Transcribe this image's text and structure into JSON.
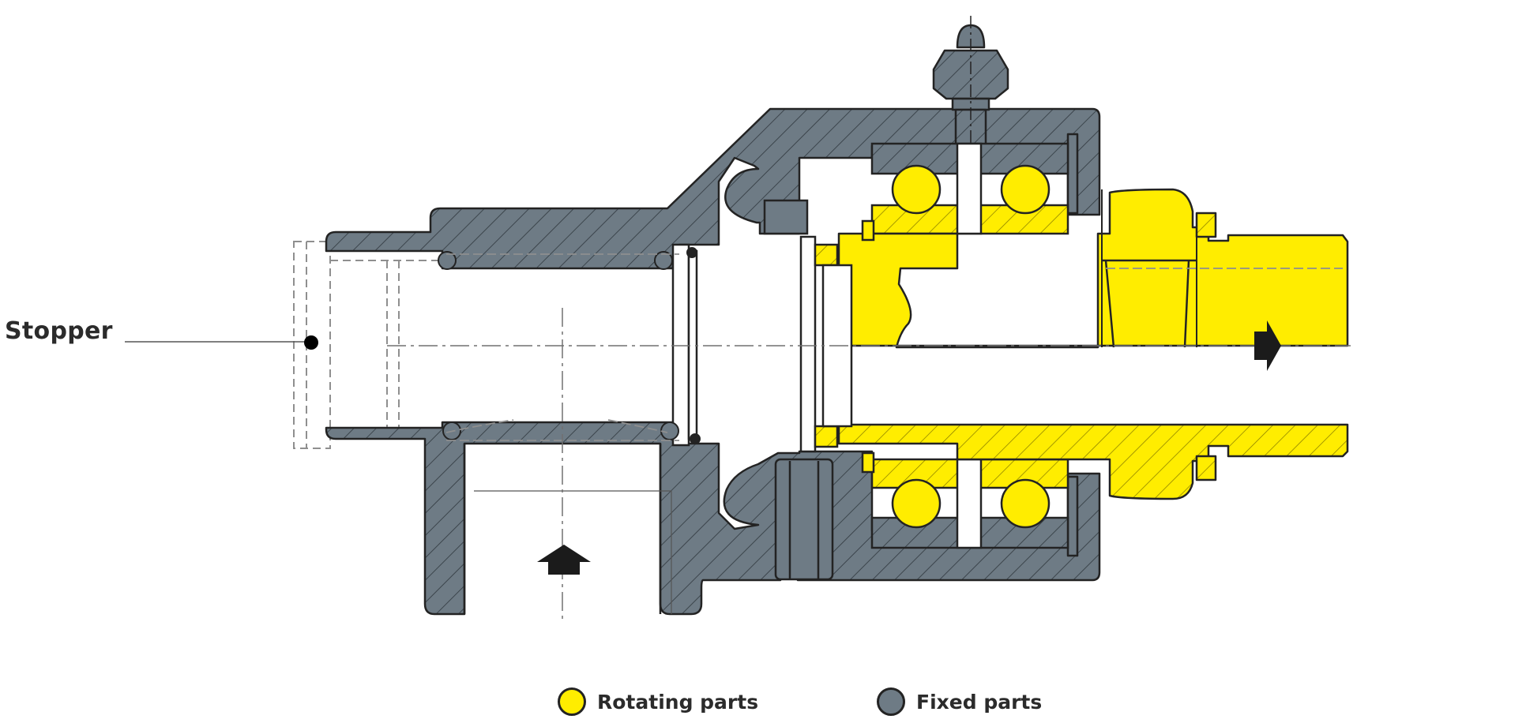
{
  "callout": {
    "label": "Stopper"
  },
  "legend": [
    {
      "label": "Rotating parts",
      "color": "#ffed00"
    },
    {
      "label": "Fixed parts",
      "color": "#6e7b85"
    }
  ],
  "colors": {
    "fixed": "#6e7b85",
    "rotating": "#ffed00",
    "outline": "#232323",
    "flow_arrow": "#1b1b1b"
  }
}
